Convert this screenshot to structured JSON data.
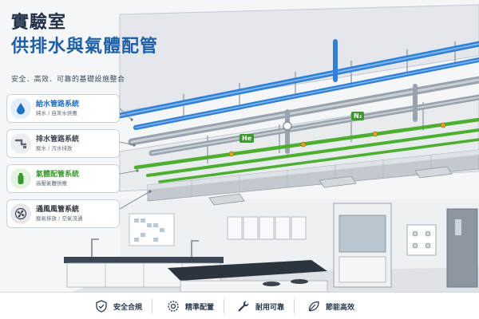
{
  "title": {
    "line1": "實驗室",
    "line2": "供排水與氣體配管"
  },
  "subtitle": "安全．高效．可靠的基礎設施整合",
  "systems": [
    {
      "title": "給水管路系統",
      "sub": "純水 / 自來水供應",
      "color": "#1f6fc2",
      "icon": "water-drop-icon"
    },
    {
      "title": "排水管路系統",
      "sub": "廢水 / 污水排放",
      "color": "#5d6670",
      "icon": "drain-pipe-icon"
    },
    {
      "title": "氣體配管系統",
      "sub": "高壓氣體供應",
      "color": "#3a9a2e",
      "icon": "gas-cylinder-icon"
    },
    {
      "title": "通風風管系統",
      "sub": "廢氣排放 / 空氣流通",
      "color": "#3b4450",
      "icon": "ventilation-fan-icon"
    }
  ],
  "gas_tags": {
    "he": "He",
    "n2": "N₂"
  },
  "features": [
    {
      "label": "安全合規",
      "icon": "shield-check-icon"
    },
    {
      "label": "精準配置",
      "icon": "target-gear-icon"
    },
    {
      "label": "耐用可靠",
      "icon": "wrench-icon"
    },
    {
      "label": "節能高效",
      "icon": "leaf-icon"
    }
  ],
  "colors": {
    "water": "#2f80d6",
    "drain": "#9aa3ad",
    "gas": "#4caf2f",
    "duct": "#c3c9cf",
    "brand": "#1f5fa8"
  }
}
